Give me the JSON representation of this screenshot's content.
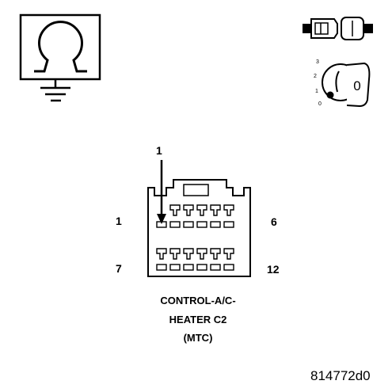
{
  "icons": {
    "ohmmeter": "ohmmeter-ground-icon",
    "connector_disconnect": "connector-disconnect-icon",
    "ignition_switch": "ignition-key-icon"
  },
  "ignition": {
    "positions": [
      "3",
      "2",
      "1",
      "0"
    ],
    "key_label": "0"
  },
  "connector": {
    "callout": "1",
    "pin_labels": {
      "top_left": "1",
      "top_right": "6",
      "bottom_left": "7",
      "bottom_right": "12"
    },
    "caption_lines": [
      "CONTROL-A/C-",
      "HEATER C2",
      "(MTC)"
    ]
  },
  "figure_id": "814772d0"
}
